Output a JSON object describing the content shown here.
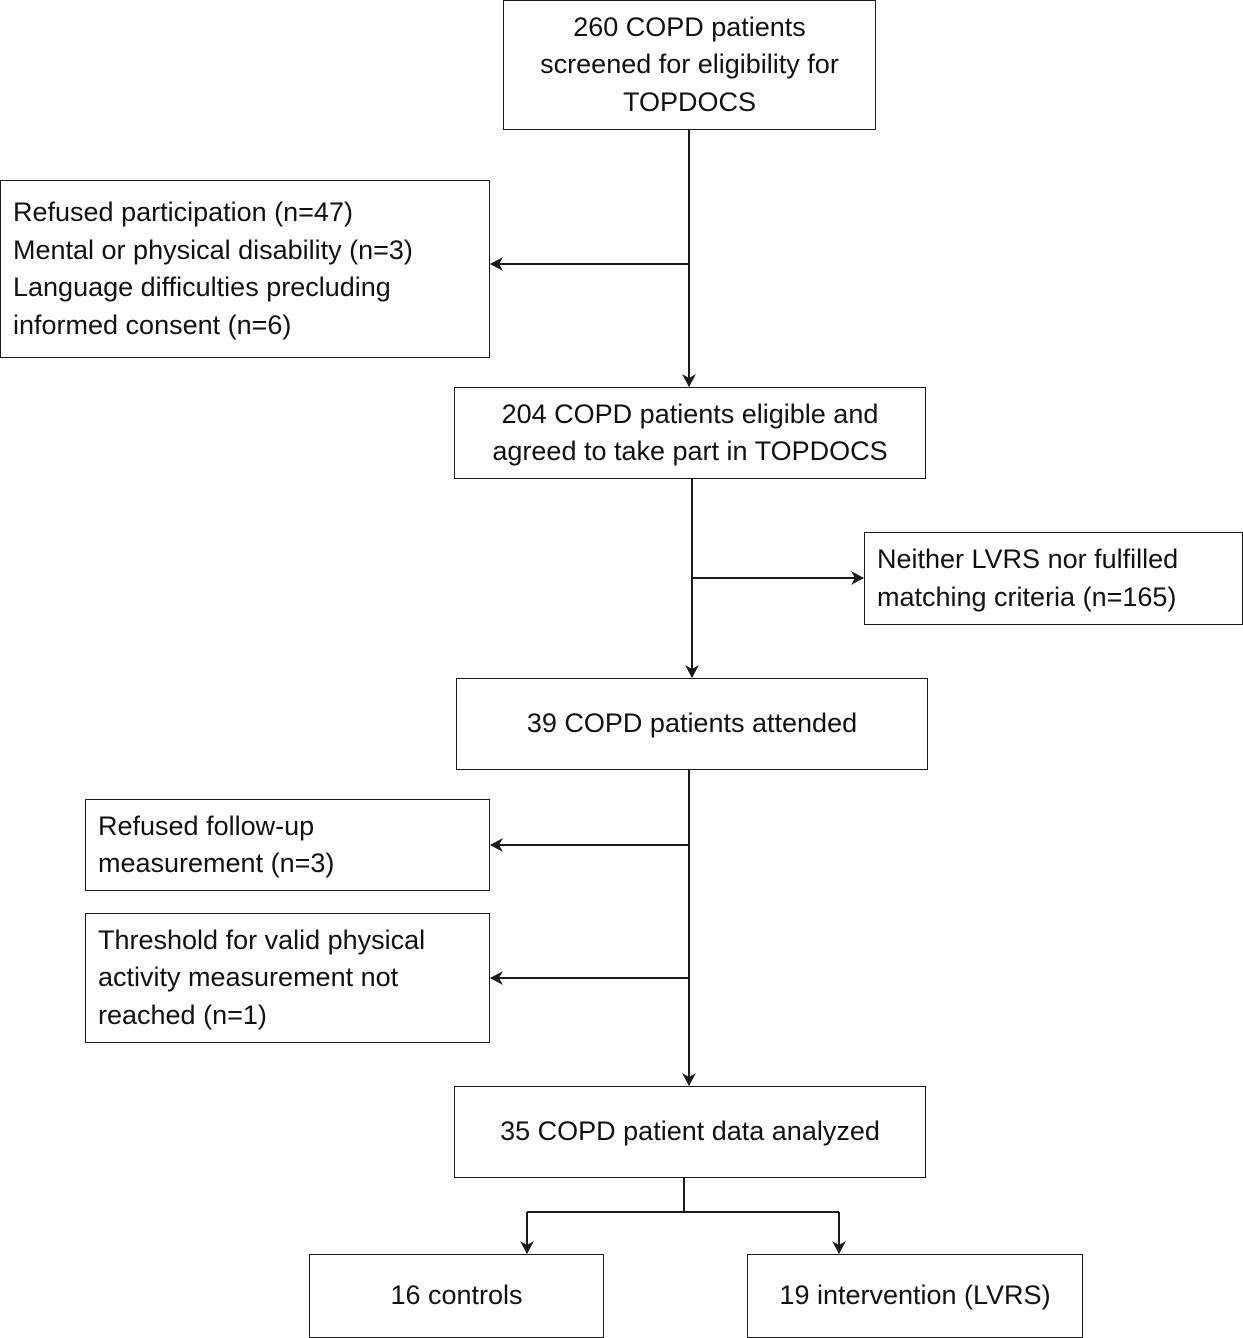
{
  "boxes": {
    "screened": {
      "lines": [
        "260 COPD patients",
        "screened for eligibility for",
        "TOPDOCS"
      ]
    },
    "excluded_initial": {
      "lines": [
        "Refused participation (n=47)",
        "Mental or physical disability (n=3)",
        "Language difficulties precluding",
        "informed consent (n=6)"
      ]
    },
    "eligible": {
      "lines": [
        "204 COPD patients eligible and",
        "agreed to take part in TOPDOCS"
      ]
    },
    "not_matched": {
      "lines": [
        "Neither LVRS nor fulfilled",
        "matching criteria (n=165)"
      ]
    },
    "attended": {
      "lines": [
        "39 COPD patients attended"
      ]
    },
    "refused_followup": {
      "lines": [
        "Refused follow-up",
        "measurement (n=3)"
      ]
    },
    "threshold": {
      "lines": [
        "Threshold for valid physical",
        "activity measurement not",
        "reached (n=1)"
      ]
    },
    "analyzed": {
      "lines": [
        "35 COPD patient data analyzed"
      ]
    },
    "controls": {
      "lines": [
        "16 controls"
      ]
    },
    "intervention": {
      "lines": [
        "19 intervention (LVRS)"
      ]
    }
  },
  "colors": {
    "stroke": "#1a1a1a",
    "background": "#ffffff",
    "text": "#111111"
  }
}
